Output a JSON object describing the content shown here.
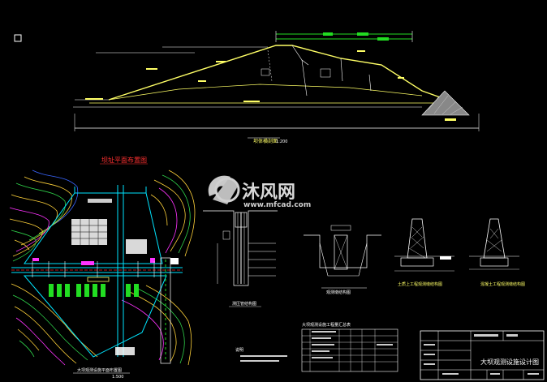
{
  "drawing": {
    "title_block_title": "大坝观测设施设计图",
    "watermark_cn": "沐风网",
    "watermark_url": "www.mfcad.com",
    "plan_title": "坝址平面布置图",
    "plan_subtitle": "大坝观测设施平面布置图",
    "plan_scale": "1:500",
    "section_label": "坝体横剖面",
    "section_scale": "1:200",
    "detail_labels": [
      "测压管结构图",
      "观测墩结构图",
      "土质上工程观测墩结构图",
      "混凝土工程观测墩结构图"
    ],
    "table_title": "大坝观测设施工程量汇总表",
    "notes_heading": "说明"
  },
  "colors": {
    "background": "#000000",
    "dam_outline": "#ffff66",
    "contour": "#ffd23a",
    "contour_alt": "#2fd24a",
    "cyan": "#00e5ff",
    "magenta": "#ff33ff",
    "white": "#ffffff",
    "red": "#ff2020",
    "green": "#22dd22"
  }
}
